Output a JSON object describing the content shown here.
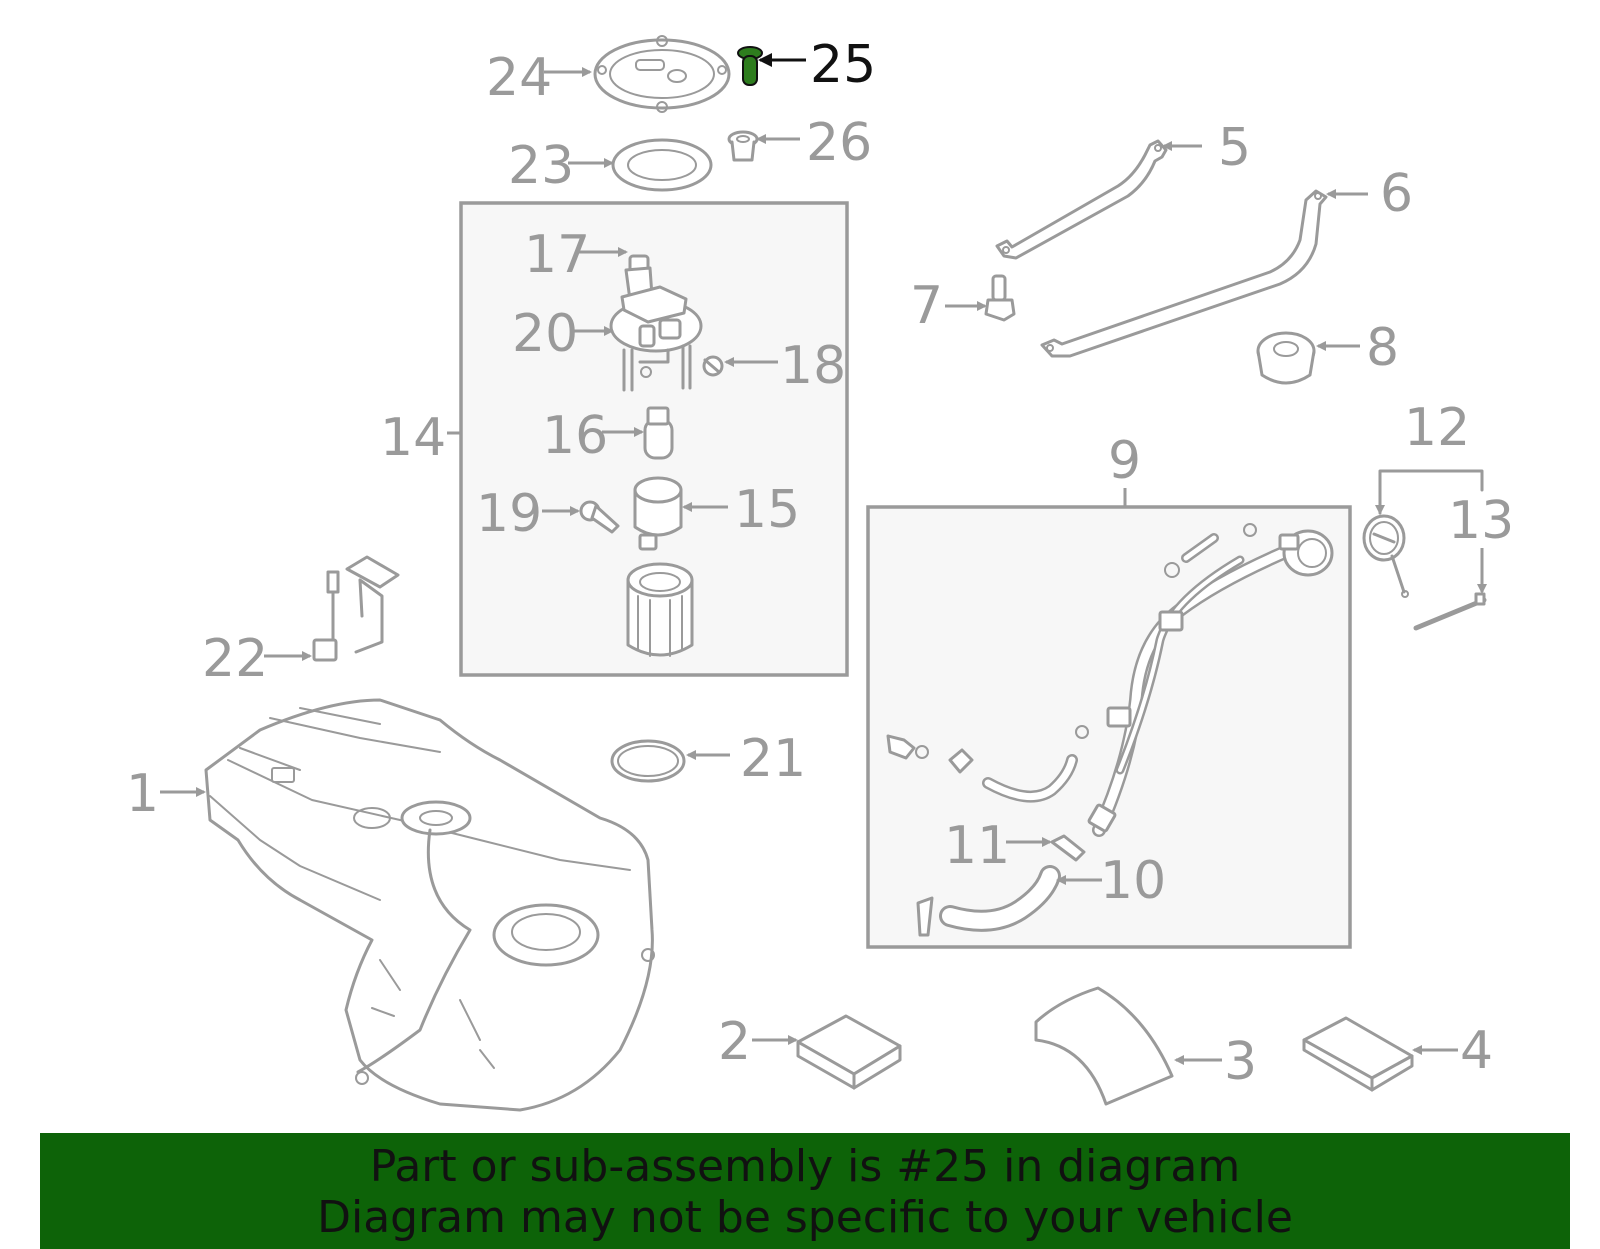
{
  "diagram": {
    "callouts": [
      "1",
      "2",
      "3",
      "4",
      "5",
      "6",
      "7",
      "8",
      "9",
      "10",
      "11",
      "12",
      "13",
      "14",
      "15",
      "16",
      "17",
      "18",
      "19",
      "20",
      "21",
      "22",
      "23",
      "24",
      "25",
      "26"
    ],
    "highlighted_part": "25",
    "highlight_color": "#2e7d1e",
    "label_color": "#9a9a9a"
  },
  "banner": {
    "line1": "Part or sub-assembly is #25 in diagram",
    "line2": "Diagram may not be specific to your vehicle",
    "background": "#0d6308"
  }
}
